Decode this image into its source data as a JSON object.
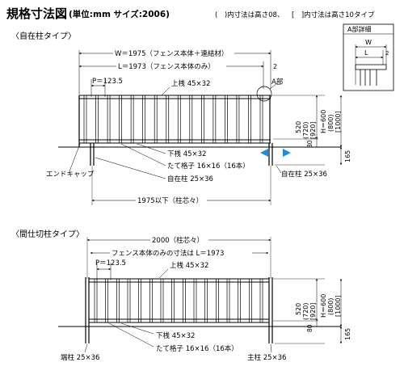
{
  "header": {
    "title": "規格寸法図",
    "units": "(単位:mm サイズ:2006)",
    "note_parens": "(　)内寸法は高さ08、",
    "note_brackets": "[　]内寸法は高さ10タイプ"
  },
  "detail": {
    "title": "A部詳細",
    "label_w": "W",
    "label_l": "L",
    "label_2": "2"
  },
  "section1": {
    "heading": "〈自在柱タイプ〉",
    "dim_w": "W＝1975（フェンス本体＋連結材）",
    "dim_l": "L＝1973（フェンス本体のみ）",
    "dim_2": "2",
    "dim_p": "P＝123.5",
    "label_a": "A部",
    "label_top_rail": "上桟 45×32",
    "label_bottom_rail": "下桟 45×32",
    "label_lattice": "たて格子 16×16（16本）",
    "label_post": "自在柱 25×36",
    "label_end_cap": "エンドキャップ",
    "label_post_right": "自在柱 25×36",
    "dim_pitch": "1975以下（柱芯々）",
    "dim_h1": "520",
    "dim_h2": "(720)",
    "dim_h3": "[920]",
    "dim_total1": "H＝600",
    "dim_total2": "(800)",
    "dim_total3": "[1000]",
    "dim_80": "80",
    "dim_165": "165"
  },
  "section2": {
    "heading": "〈間仕切柱タイプ〉",
    "dim_pitch": "2000（柱芯々）",
    "dim_body": "フェンス本体のみの寸法は L＝1973",
    "dim_p": "P＝123.5",
    "label_top_rail": "上桟 45×32",
    "label_bottom_rail": "下桟 45×32",
    "label_lattice": "たて格子 16×16（16本）",
    "label_end_post": "端柱 25×36",
    "label_main_post": "主柱 25×36",
    "dim_h1": "520",
    "dim_h2": "(720)",
    "dim_h3": "[920]",
    "dim_total1": "H＝600",
    "dim_total2": "(800)",
    "dim_total3": "[1000]",
    "dim_80": "80",
    "dim_165": "165"
  },
  "colors": {
    "arrow": "#1a8fd6",
    "line": "#000000"
  }
}
